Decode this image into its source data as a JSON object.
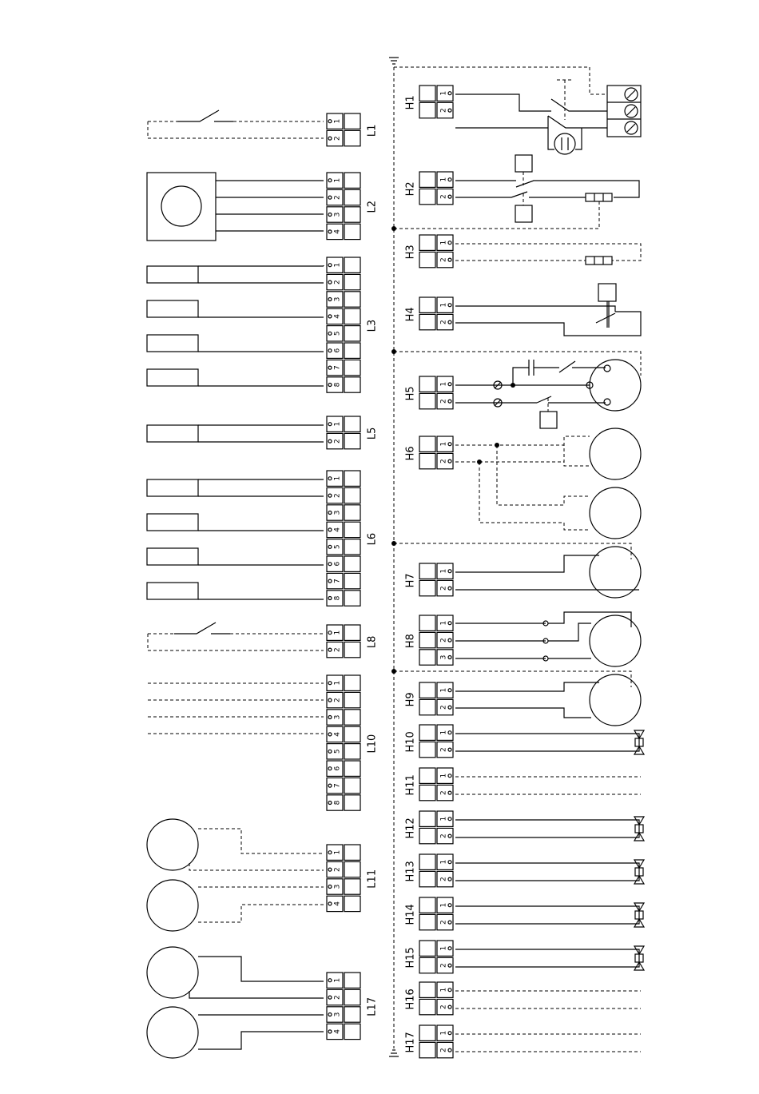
{
  "left_connectors": [
    {
      "label": "L1",
      "terminals": [
        "1",
        "2"
      ]
    },
    {
      "label": "L2",
      "terminals": [
        "1",
        "2",
        "3",
        "4"
      ]
    },
    {
      "label": "L3",
      "terminals": [
        "1",
        "2",
        "3",
        "4",
        "5",
        "6",
        "7",
        "8"
      ]
    },
    {
      "label": "L5",
      "terminals": [
        "1",
        "2"
      ]
    },
    {
      "label": "L6",
      "terminals": [
        "1",
        "2",
        "3",
        "4",
        "5",
        "6",
        "7",
        "8"
      ]
    },
    {
      "label": "L8",
      "terminals": [
        "1",
        "2"
      ]
    },
    {
      "label": "L10",
      "terminals": [
        "1",
        "2",
        "3",
        "4",
        "5",
        "6",
        "7",
        "8"
      ]
    },
    {
      "label": "L11",
      "terminals": [
        "1",
        "2",
        "3",
        "4"
      ]
    },
    {
      "label": "L17",
      "terminals": [
        "1",
        "2",
        "3",
        "4"
      ]
    }
  ],
  "right_connectors": [
    {
      "label": "H1",
      "terminals": [
        "1",
        "2"
      ]
    },
    {
      "label": "H2",
      "terminals": [
        "1",
        "2"
      ]
    },
    {
      "label": "H3",
      "terminals": [
        "1",
        "2"
      ]
    },
    {
      "label": "H4",
      "terminals": [
        "1",
        "2"
      ]
    },
    {
      "label": "H5",
      "terminals": [
        "1",
        "2"
      ]
    },
    {
      "label": "H6",
      "terminals": [
        "1",
        "2"
      ]
    },
    {
      "label": "H7",
      "terminals": [
        "1",
        "2"
      ]
    },
    {
      "label": "H8",
      "terminals": [
        "1",
        "2",
        "3"
      ]
    },
    {
      "label": "H9",
      "terminals": [
        "1",
        "2"
      ]
    },
    {
      "label": "H10",
      "terminals": [
        "1",
        "2"
      ]
    },
    {
      "label": "H11",
      "terminals": [
        "1",
        "2"
      ]
    },
    {
      "label": "H12",
      "terminals": [
        "1",
        "2"
      ]
    },
    {
      "label": "H13",
      "terminals": [
        "1",
        "2"
      ]
    },
    {
      "label": "H14",
      "terminals": [
        "1",
        "2"
      ]
    },
    {
      "label": "H15",
      "terminals": [
        "1",
        "2"
      ]
    },
    {
      "label": "H16",
      "terminals": [
        "1",
        "2"
      ]
    },
    {
      "label": "H17",
      "terminals": [
        "1",
        "2"
      ]
    }
  ],
  "colors": {
    "line": "#000000",
    "background": "#ffffff"
  }
}
